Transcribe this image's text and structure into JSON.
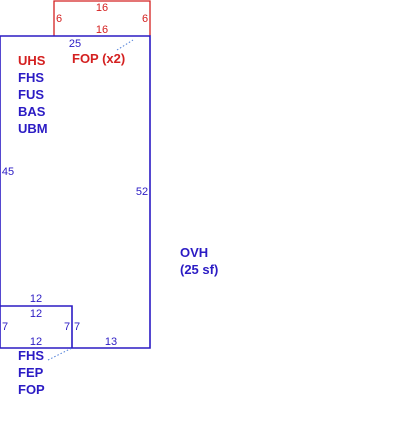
{
  "colors": {
    "main": "#2b1bc4",
    "accent": "#d42020",
    "dotted": "#4f7fd8"
  },
  "porch": {
    "dims": {
      "top": "16",
      "inner": "16",
      "left": "6",
      "right": "6"
    }
  },
  "house": {
    "dims": {
      "top": "25",
      "left": "45",
      "right": "52",
      "bottom": "13"
    },
    "labels": {
      "fop": "FOP (x2)",
      "codes": [
        "UHS",
        "FHS",
        "FUS",
        "BAS",
        "UBM"
      ]
    }
  },
  "garage": {
    "dims": {
      "top_outer": "12",
      "top_inner": "12",
      "left": "7",
      "right_inner": "7",
      "right_outer": "7",
      "bottom": "12"
    },
    "labels": [
      "FHS",
      "FEP",
      "FOP"
    ]
  },
  "overhang": {
    "code": "OVH",
    "area": "(25 sf)"
  }
}
